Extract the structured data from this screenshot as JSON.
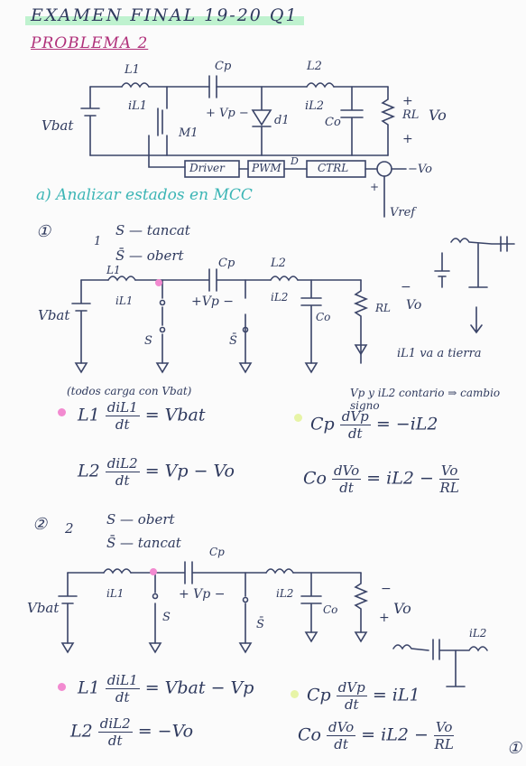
{
  "header": {
    "title": "EXAMEN FINAL 19-20 Q1",
    "subtitle": "PROBLEMA 2",
    "question": "a) Analizar estados en MCC"
  },
  "circuit_main": {
    "labels": {
      "l1": "L1",
      "il1": "iL1",
      "cp": "Cp",
      "vp": "+ Vp −",
      "l2": "L2",
      "il2": "iL2",
      "co": "Co",
      "d1": "d1",
      "rl": "RL",
      "vo": "Vo",
      "vo_plus": "+",
      "vo_minus": "+",
      "vbat": "Vbat",
      "m1": "M1",
      "driver": "Driver",
      "pwm": "PWM",
      "d": "D",
      "ctrl": "CTRL",
      "vo_fb": "−Vo",
      "fb_plus": "+",
      "vref": "Vref"
    }
  },
  "state1": {
    "num": "①",
    "switch_num": "1",
    "s_on": "S — tancat",
    "sbar_off": "S̄ — obert",
    "labels": {
      "l1": "L1",
      "il1": "iL1",
      "cp": "Cp",
      "vp": "+Vp −",
      "l2": "L2",
      "il2": "iL2",
      "co": "Co",
      "rl": "RL",
      "vo": "Vo",
      "vbat": "Vbat",
      "s": "S",
      "sbar": "S̄",
      "minus": "−"
    },
    "side_note": "iL1 va a tierra",
    "note_charge": "(todos carga con Vbat)",
    "note_sign": "Vp y iL2 contario ⇒ cambio signo",
    "eq1_lhs": "L1",
    "eq1_num": "diL1",
    "eq1_den": "dt",
    "eq1_rhs": "= Vbat",
    "eq2_lhs": "Cp",
    "eq2_num": "dVp",
    "eq2_den": "dt",
    "eq2_rhs": "= −iL2",
    "eq3_lhs": "L2",
    "eq3_num": "diL2",
    "eq3_den": "dt",
    "eq3_rhs": "= Vp − Vo",
    "eq4_lhs": "Co",
    "eq4_num": "dVo",
    "eq4_den": "dt",
    "eq4_mid": "= iL2 −",
    "eq4_fnum": "Vo",
    "eq4_fden": "RL"
  },
  "state2": {
    "num": "②",
    "switch_num": "2",
    "s_off": "S — obert",
    "sbar_on": "S̄ — tancat",
    "labels": {
      "cp": "Cp",
      "vp": "+ Vp −",
      "il1": "iL1",
      "il2": "iL2",
      "co": "Co",
      "vo": "Vo",
      "vo_plus": "+",
      "vo_minus": "−",
      "vbat": "Vbat",
      "s": "S",
      "sbar": "S̄",
      "il2_side": "iL2"
    },
    "eq1_lhs": "L1",
    "eq1_num": "diL1",
    "eq1_den": "dt",
    "eq1_rhs": "= Vbat − Vp",
    "eq2_lhs": "Cp",
    "eq2_num": "dVp",
    "eq2_den": "dt",
    "eq2_rhs": "= iL1",
    "eq3_lhs": "L2",
    "eq3_num": "diL2",
    "eq3_den": "dt",
    "eq3_rhs": "= −Vo",
    "eq4_lhs": "Co",
    "eq4_num": "dVo",
    "eq4_den": "dt",
    "eq4_mid": "= iL2 −",
    "eq4_fnum": "Vo",
    "eq4_fden": "RL"
  },
  "page_number": "①",
  "colors": {
    "ink": "#2f3a5e",
    "pink": "#b0307a",
    "teal": "#3bb5b5",
    "highlight": "#bff2cf"
  }
}
